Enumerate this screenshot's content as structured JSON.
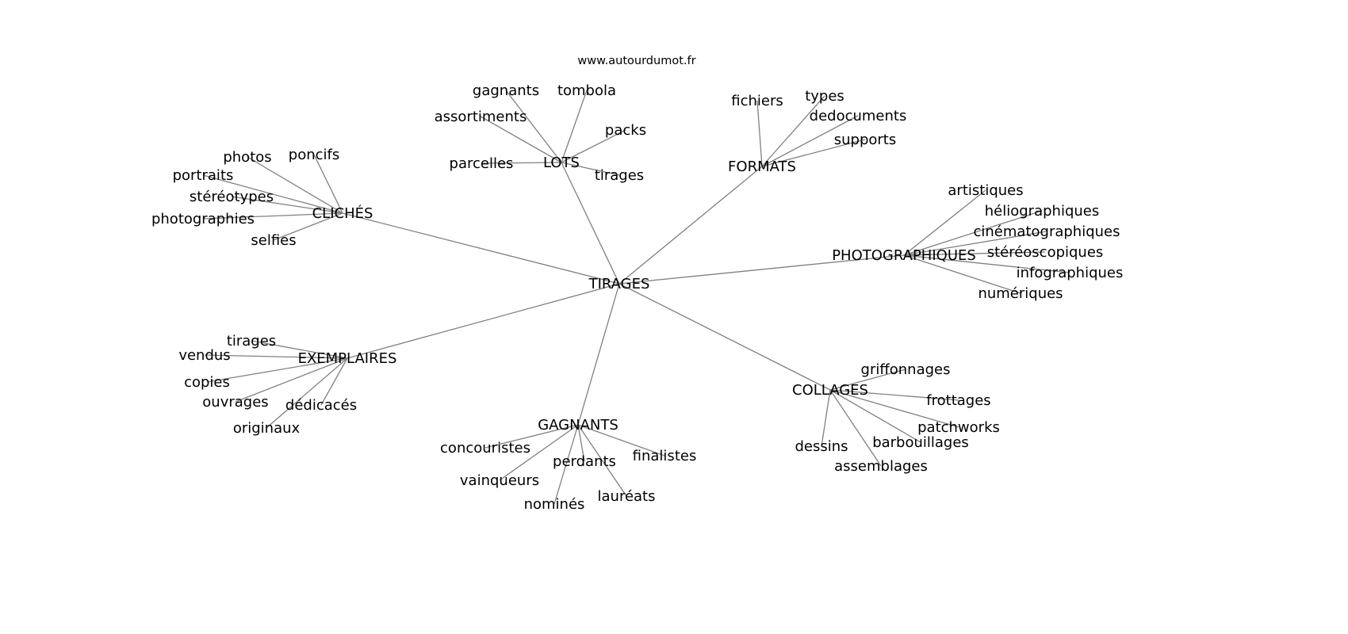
{
  "title": "www.autourdumot.fr",
  "colors": {
    "edge": "#808080",
    "text": "#000000",
    "background": "#ffffff"
  },
  "graph": {
    "root": "TIRAGES",
    "groups": [
      {
        "label": "CLICHÉS",
        "children": [
          "photos",
          "poncifs",
          "portraits",
          "stéréotypes",
          "photographies",
          "selfies"
        ]
      },
      {
        "label": "LOTS",
        "children": [
          "gagnants",
          "tombola",
          "assortiments",
          "packs",
          "parcelles",
          "tirages"
        ]
      },
      {
        "label": "FORMATS",
        "children": [
          "fichiers",
          "types",
          "dedocuments",
          "supports"
        ]
      },
      {
        "label": "PHOTOGRAPHIQUES",
        "children": [
          "artistiques",
          "héliographiques",
          "cinématographiques",
          "stéréoscopiques",
          "infographiques",
          "numériques"
        ]
      },
      {
        "label": "EXEMPLAIRES",
        "children": [
          "tirages",
          "vendus",
          "copies",
          "ouvrages",
          "dédicacés",
          "originaux"
        ]
      },
      {
        "label": "GAGNANTS",
        "children": [
          "concouristes",
          "perdants",
          "finalistes",
          "vainqueurs",
          "nominés",
          "lauréats"
        ]
      },
      {
        "label": "COLLAGES",
        "children": [
          "griffonnages",
          "frottages",
          "patchworks",
          "dessins",
          "barbouillages",
          "assemblages"
        ]
      }
    ]
  }
}
